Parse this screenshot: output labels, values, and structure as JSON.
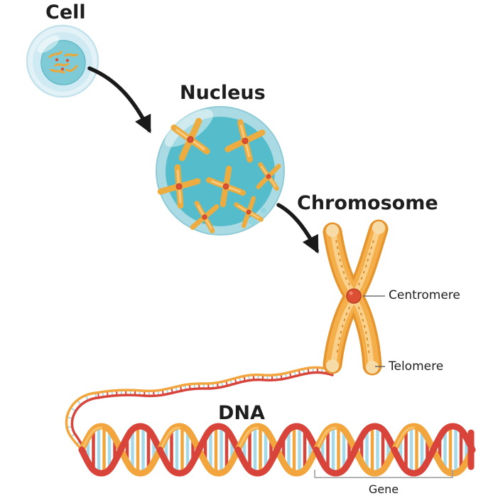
{
  "diagram": {
    "labels": {
      "cell": "Cell",
      "nucleus": "Nucleus",
      "chromosome": "Chromosome",
      "centromere": "Centromere",
      "telomere": "Telomere",
      "dna": "DNA",
      "gene": "Gene"
    },
    "colors": {
      "background": "#ffffff",
      "cell_membrane": "#cfeaf2",
      "nucleus_teal": "#55bccb",
      "chromosome_orange": "#f4ae4a",
      "centromere_red": "#dd4f35",
      "dna_strand_orange": "#f2a53c",
      "dna_strand_red": "#d8433a",
      "base_pair_blue": "#a6d9e8",
      "label_text": "#1e1e1e"
    }
  }
}
